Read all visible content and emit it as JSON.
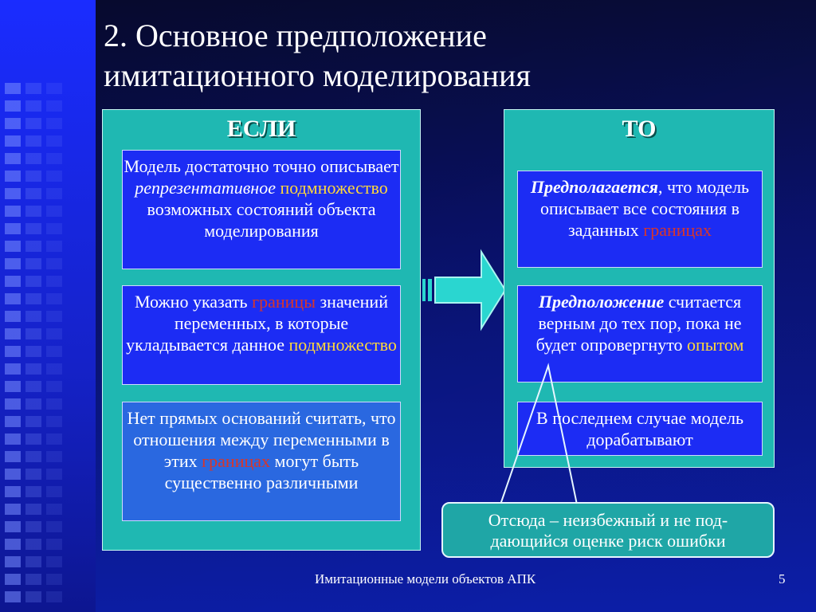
{
  "slide": {
    "title_line1": "2. Основное предположение",
    "title_line2": "имитационного моделирования",
    "footer": "Имитационные модели объектов АПК",
    "page_number": "5"
  },
  "colors": {
    "panel": "#1fb8b2",
    "box_blue": "#1c2cf4",
    "highlight_yellow": "#ffd93a",
    "highlight_red": "#d8362a"
  },
  "left": {
    "header": "ЕСЛИ",
    "box1": {
      "t1": "Модель достаточно точно описывает ",
      "t2": "репрезентативное",
      "t3": "подмножество",
      "t4": " возможных состояний объекта моделирования"
    },
    "box2": {
      "t1": "Можно указать ",
      "t2": "границы",
      "t3": " значений переменных, в которые укладывается данное ",
      "t4": "подмножество"
    },
    "box3": {
      "t1": "Нет прямых оснований считать, что отношения между переменными в этих ",
      "t2": "границах",
      "t3": " могут быть существенно различными"
    }
  },
  "right": {
    "header": "ТО",
    "box1": {
      "t1": "Предполагается",
      "t2": ", что модель описывает все состояния в заданных ",
      "t3": "границах"
    },
    "box2": {
      "t1": "Предположение",
      "t2": " считается верным до тех пор, пока не будет опровергнуто ",
      "t3": "опытом"
    },
    "box3": {
      "t1": "В последнем случае модель дорабатывают"
    }
  },
  "callout": {
    "line1": "Отсюда – неизбежный и не под-",
    "line2": "дающийся оценке риск ошибки"
  }
}
